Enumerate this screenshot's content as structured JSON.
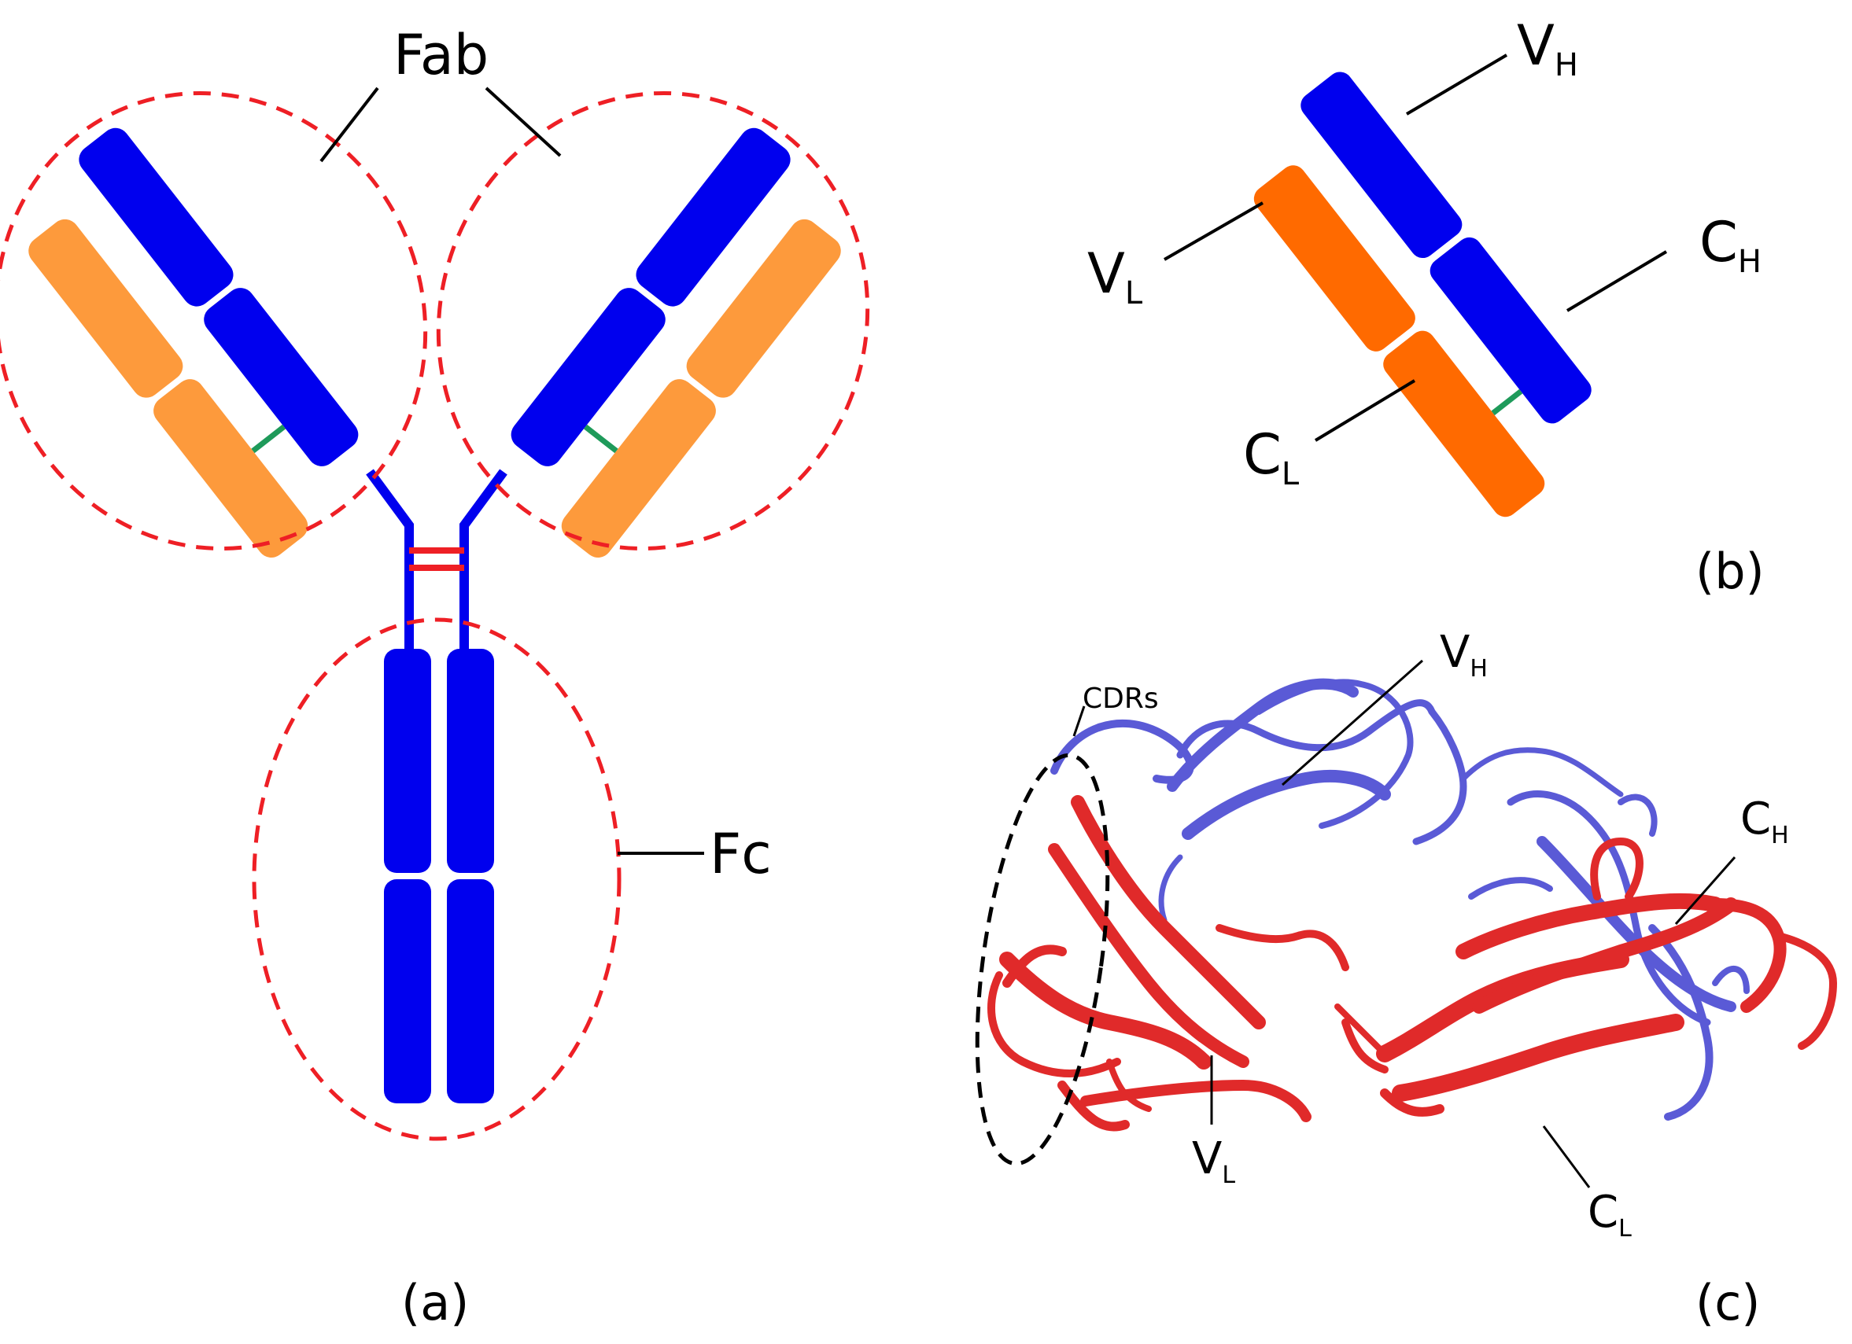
{
  "colors": {
    "heavy_chain": "#0000ee",
    "light_chain_a": "#fd9a3c",
    "light_chain_b": "#ff6a00",
    "outline": "#ee1f25",
    "disulfide_intra": "#1e9a5a",
    "disulfide_hinge": "#ee1f25",
    "protein_heavy": "#5a5ad6",
    "protein_light": "#e02a2a",
    "leader": "#000000"
  },
  "panel_a": {
    "caption": "(a)",
    "fab_label": "Fab",
    "fc_label": "Fc"
  },
  "panel_b": {
    "caption": "(b)",
    "vh": {
      "main": "V",
      "sub": "H"
    },
    "vl": {
      "main": "V",
      "sub": "L"
    },
    "ch": {
      "main": "C",
      "sub": "H"
    },
    "cl": {
      "main": "C",
      "sub": "L"
    }
  },
  "panel_c": {
    "caption": "(c)",
    "cdrs_label": "CDRs",
    "vh": {
      "main": "V",
      "sub": "H"
    },
    "vl": {
      "main": "V",
      "sub": "L"
    },
    "ch": {
      "main": "C",
      "sub": "H"
    },
    "cl": {
      "main": "C",
      "sub": "L"
    }
  }
}
